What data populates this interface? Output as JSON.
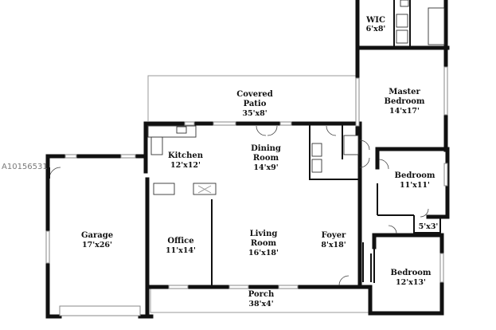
{
  "watermark": "A10156531",
  "rooms": {
    "wic": {
      "name": "WIC",
      "dims": "6'x8'"
    },
    "master": {
      "name_line1": "Master",
      "name_line2": "Bedroom",
      "dims": "14'x17'"
    },
    "patio": {
      "name_line1": "Covered",
      "name_line2": "Patio",
      "dims": "35'x8'"
    },
    "kitchen": {
      "name": "Kitchen",
      "dims": "12'x12'"
    },
    "dining": {
      "name_line1": "Dining",
      "name_line2": "Room",
      "dims": "14'x9'"
    },
    "bedroom_mid": {
      "name": "Bedroom",
      "dims": "11'x11'"
    },
    "garage": {
      "name": "Garage",
      "dims": "17'x26'"
    },
    "office": {
      "name": "Office",
      "dims": "11'x14'"
    },
    "living": {
      "name_line1": "Living",
      "name_line2": "Room",
      "dims": "16'x18'"
    },
    "foyer": {
      "name": "Foyer",
      "dims": "8'x18'"
    },
    "closet": {
      "dims": "5'x3'"
    },
    "bedroom_low": {
      "name": "Bedroom",
      "dims": "12'x13'"
    },
    "porch": {
      "name": "Porch",
      "dims": "38'x4'"
    }
  }
}
